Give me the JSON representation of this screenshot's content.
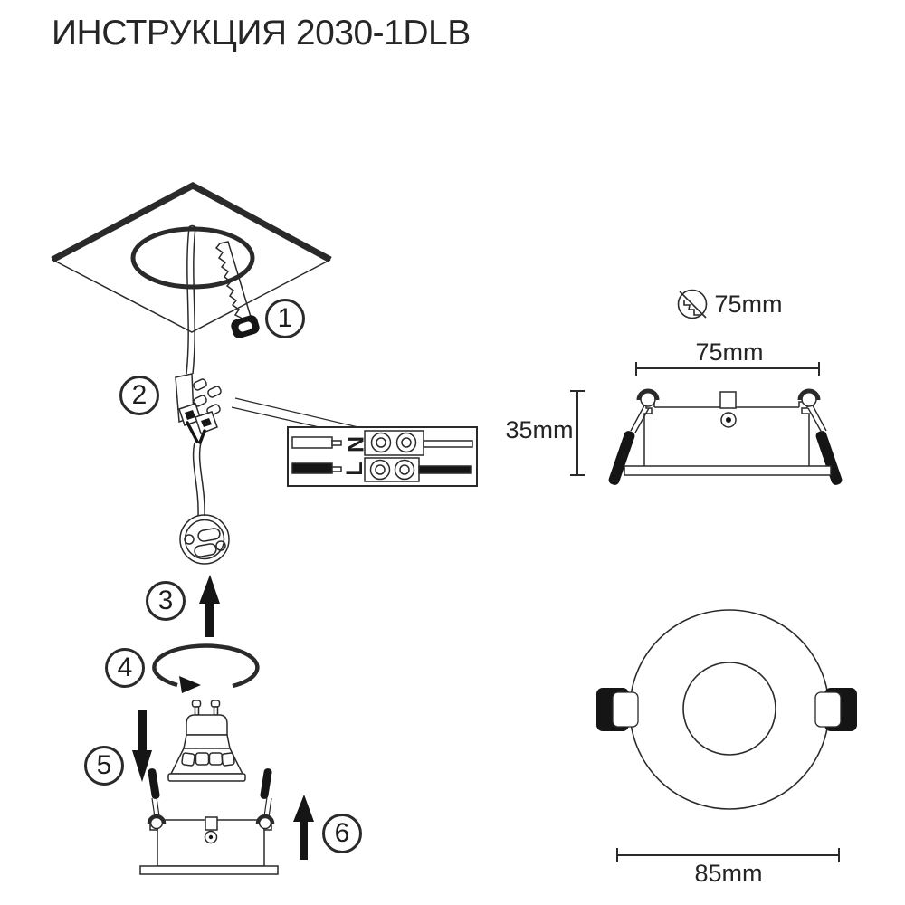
{
  "title": "ИНСТРУКЦИЯ 2030-1DLB",
  "steps": [
    {
      "number": "1"
    },
    {
      "number": "2"
    },
    {
      "number": "3"
    },
    {
      "number": "4"
    },
    {
      "number": "5"
    },
    {
      "number": "6"
    }
  ],
  "wiring": {
    "neutral_label": "N",
    "live_label": "L"
  },
  "dimensions": {
    "cutout": "75mm",
    "width": "75mm",
    "height": "35mm",
    "flange_diameter": "85mm"
  },
  "colors": {
    "line": "#2a2a2a",
    "black_fill": "#151515",
    "background": "#ffffff"
  }
}
